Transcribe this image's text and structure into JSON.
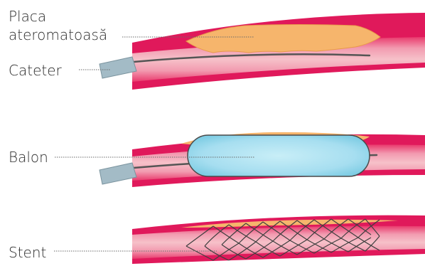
{
  "labels": {
    "placa_line1": "Placa",
    "placa_line2": "ateromatoasă",
    "cateter": "Cateter",
    "balon": "Balon",
    "stent": "Stent"
  },
  "colors": {
    "vessel_wall": "#e0195b",
    "vessel_lumen": "#f2a6b3",
    "plaque": "#f6b56c",
    "catheter": "#a3bbc6",
    "balloon": "#a8e0ee",
    "wire": "#555555",
    "leader": "#6a6a6a"
  }
}
